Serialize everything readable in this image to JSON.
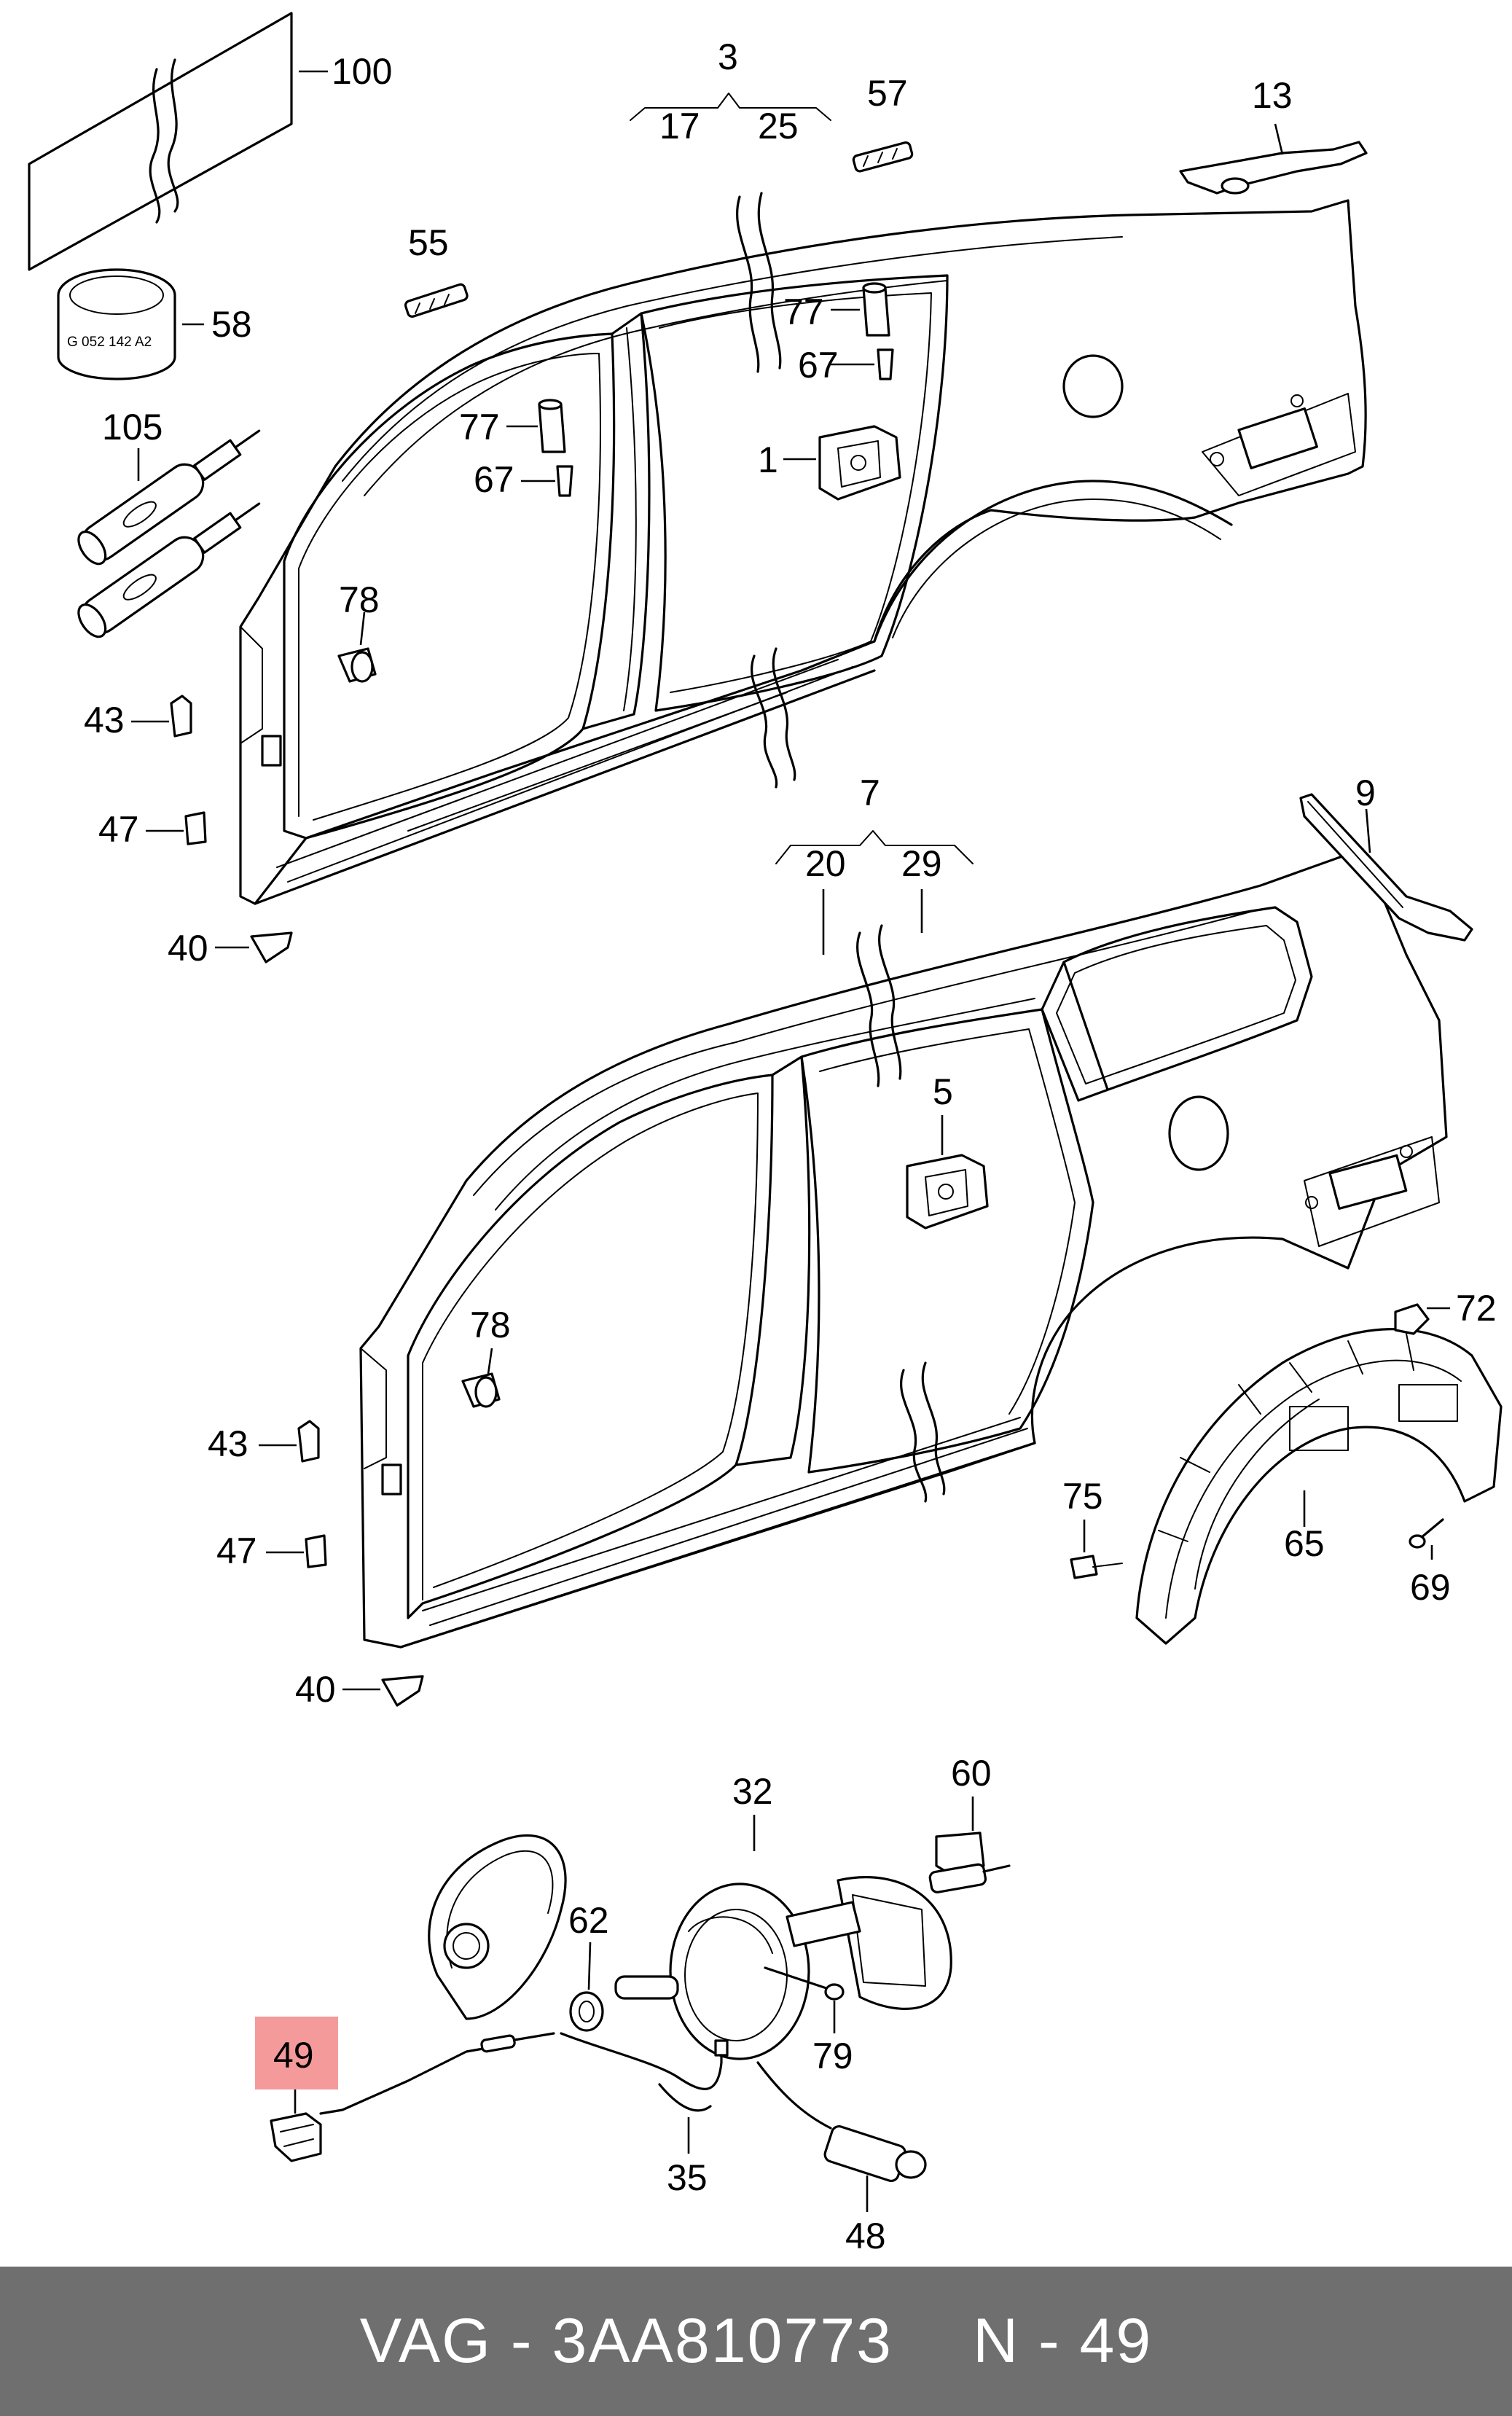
{
  "diagram": {
    "callouts": [
      "100",
      "58",
      "105",
      "55",
      "77",
      "67",
      "78",
      "43",
      "47",
      "40",
      "3",
      "17",
      "25",
      "57",
      "13",
      "1",
      "77",
      "67",
      "9",
      "7",
      "20",
      "29",
      "5",
      "78",
      "43",
      "47",
      "40",
      "72",
      "75",
      "65",
      "69",
      "32",
      "60",
      "62",
      "79",
      "49",
      "35",
      "48"
    ],
    "stamp_label": "G 052 142 A2",
    "highlight_color": "#f59a9a"
  },
  "footer": {
    "brand_part": "VAG - 3AA810773",
    "position": "N - 49",
    "background": "#6f6f6f"
  }
}
